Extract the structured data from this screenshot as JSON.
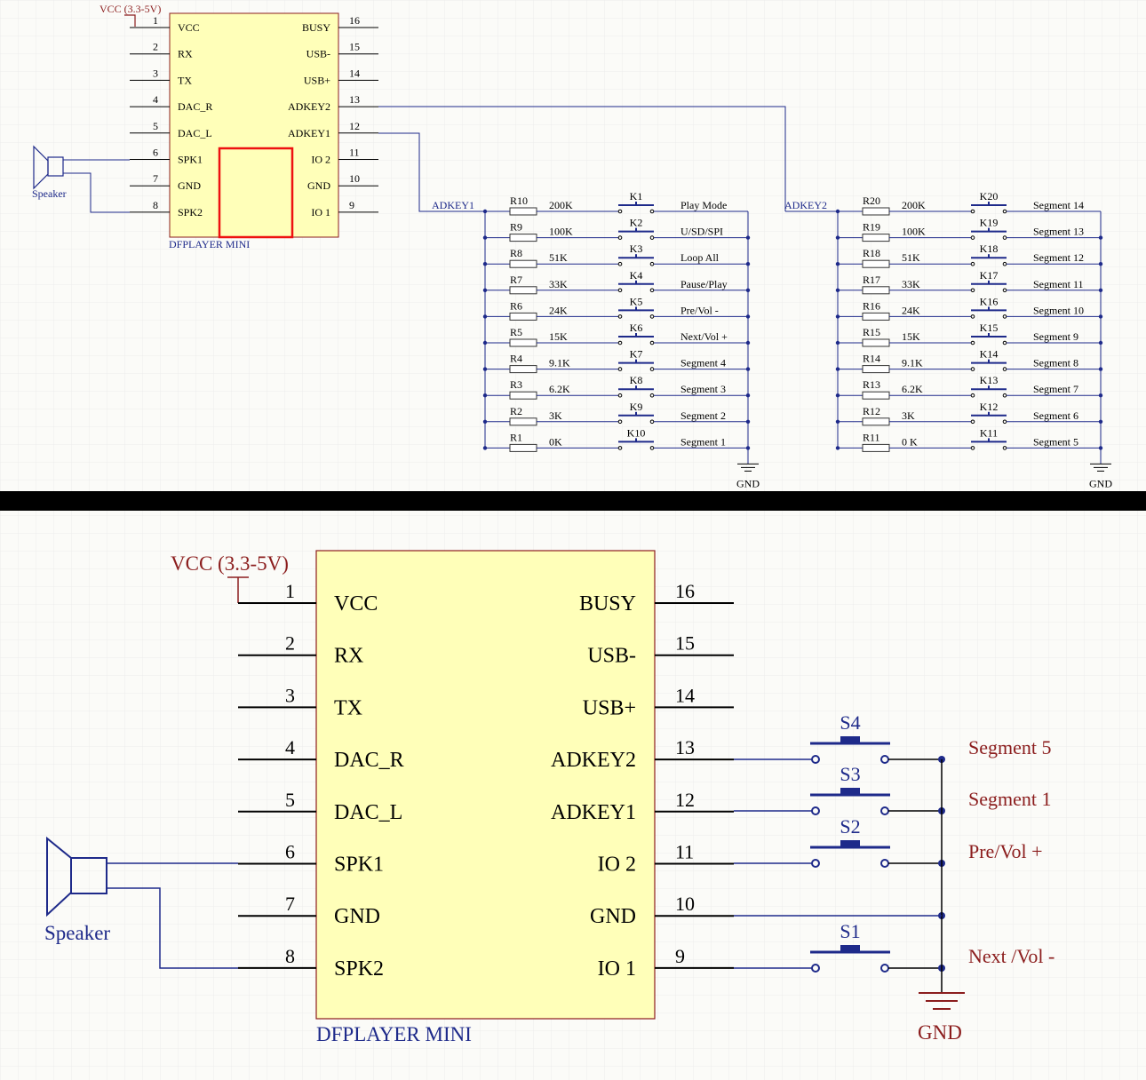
{
  "colors": {
    "chip_fill": "#ffffb9",
    "chip_stroke": "#8b1d1d",
    "wire": "#1e2a8a",
    "pin": "#000000",
    "label": "#8b1d1d",
    "blue_text": "#1e2a8a",
    "highlight": "#ee1111",
    "divider": "#000000"
  },
  "top": {
    "vcc_label": "VCC (3.3-5V)",
    "chip_name": "DFPLAYER MINI",
    "speaker_label": "Speaker",
    "left_pins": [
      {
        "num": "1",
        "name": "VCC"
      },
      {
        "num": "2",
        "name": "RX"
      },
      {
        "num": "3",
        "name": "TX"
      },
      {
        "num": "4",
        "name": "DAC_R"
      },
      {
        "num": "5",
        "name": "DAC_L"
      },
      {
        "num": "6",
        "name": "SPK1"
      },
      {
        "num": "7",
        "name": "GND"
      },
      {
        "num": "8",
        "name": "SPK2"
      }
    ],
    "right_pins": [
      {
        "num": "16",
        "name": "BUSY"
      },
      {
        "num": "15",
        "name": "USB-"
      },
      {
        "num": "14",
        "name": "USB+"
      },
      {
        "num": "13",
        "name": "ADKEY2"
      },
      {
        "num": "12",
        "name": "ADKEY1"
      },
      {
        "num": "11",
        "name": "IO 2"
      },
      {
        "num": "10",
        "name": "GND"
      },
      {
        "num": "9",
        "name": "IO 1"
      }
    ],
    "net1": {
      "label": "ADKEY1",
      "gnd": "GND",
      "rows": [
        {
          "r": "R10",
          "val": "200K",
          "k": "K1",
          "fn": "Play Mode"
        },
        {
          "r": "R9",
          "val": "100K",
          "k": "K2",
          "fn": "U/SD/SPI"
        },
        {
          "r": "R8",
          "val": "51K",
          "k": "K3",
          "fn": "Loop All"
        },
        {
          "r": "R7",
          "val": "33K",
          "k": "K4",
          "fn": "Pause/Play"
        },
        {
          "r": "R6",
          "val": "24K",
          "k": "K5",
          "fn": "Pre/Vol -"
        },
        {
          "r": "R5",
          "val": "15K",
          "k": "K6",
          "fn": "Next/Vol +"
        },
        {
          "r": "R4",
          "val": "9.1K",
          "k": "K7",
          "fn": "Segment 4"
        },
        {
          "r": "R3",
          "val": "6.2K",
          "k": "K8",
          "fn": "Segment 3"
        },
        {
          "r": "R2",
          "val": "3K",
          "k": "K9",
          "fn": "Segment 2"
        },
        {
          "r": "R1",
          "val": "0K",
          "k": "K10",
          "fn": "Segment 1"
        }
      ]
    },
    "net2": {
      "label": "ADKEY2",
      "gnd": "GND",
      "rows": [
        {
          "r": "R20",
          "val": "200K",
          "k": "K20",
          "fn": "Segment 14"
        },
        {
          "r": "R19",
          "val": "100K",
          "k": "K19",
          "fn": "Segment 13"
        },
        {
          "r": "R18",
          "val": "51K",
          "k": "K18",
          "fn": "Segment 12"
        },
        {
          "r": "R17",
          "val": "33K",
          "k": "K17",
          "fn": "Segment 11"
        },
        {
          "r": "R16",
          "val": "24K",
          "k": "K16",
          "fn": "Segment 10"
        },
        {
          "r": "R15",
          "val": "15K",
          "k": "K15",
          "fn": "Segment 9"
        },
        {
          "r": "R14",
          "val": "9.1K",
          "k": "K14",
          "fn": "Segment 8"
        },
        {
          "r": "R13",
          "val": "6.2K",
          "k": "K13",
          "fn": "Segment 7"
        },
        {
          "r": "R12",
          "val": "3K",
          "k": "K12",
          "fn": "Segment 6"
        },
        {
          "r": "R11",
          "val": "0 K",
          "k": "K11",
          "fn": "Segment 5"
        }
      ]
    }
  },
  "bottom": {
    "vcc_label": "VCC (3.3-5V)",
    "chip_name": "DFPLAYER MINI",
    "speaker_label": "Speaker",
    "gnd_label": "GND",
    "switches": [
      {
        "name": "S4",
        "label": "Segment 5"
      },
      {
        "name": "S3",
        "label": "Segment 1"
      },
      {
        "name": "S2",
        "label": "Pre/Vol +"
      },
      {
        "name": "S1",
        "label": "Next /Vol -"
      }
    ]
  }
}
